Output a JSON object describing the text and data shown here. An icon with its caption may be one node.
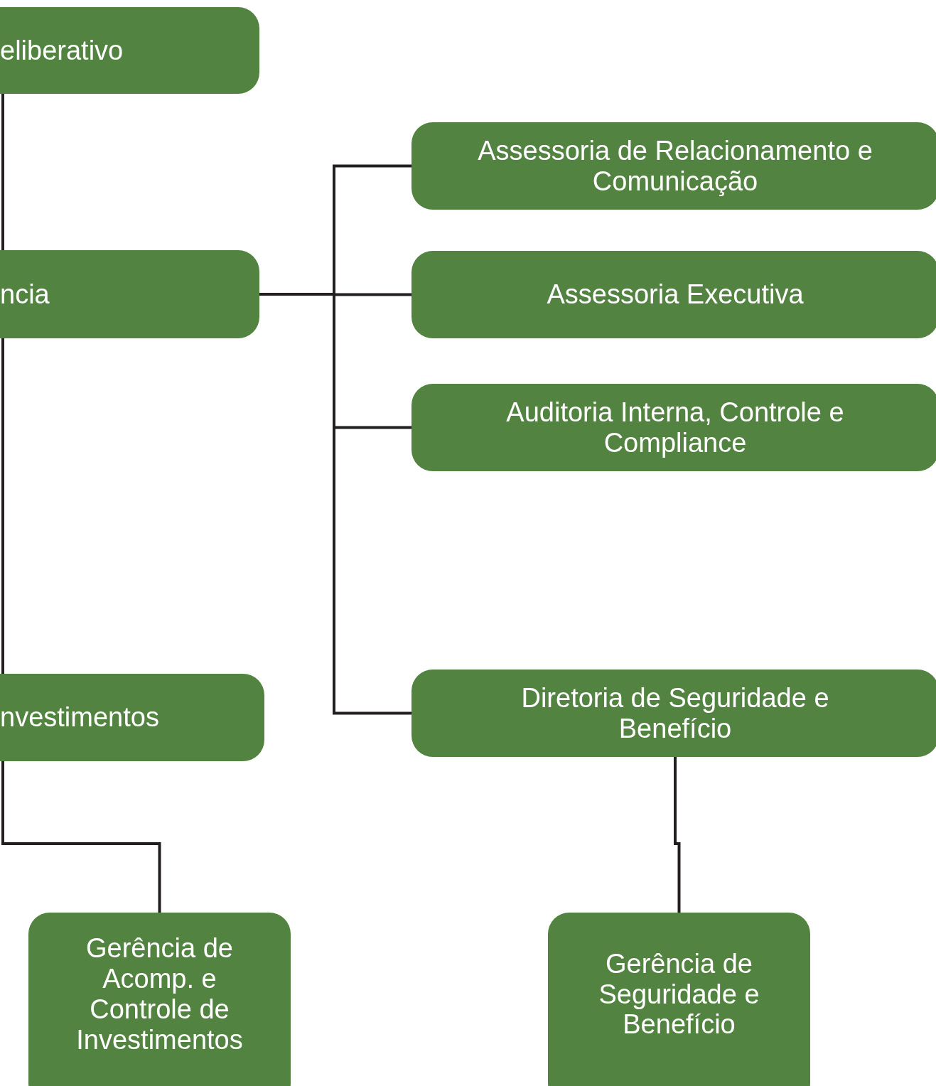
{
  "diagram": {
    "nodes": [
      {
        "text": [
          "eliberativo"
        ]
      },
      {
        "text": [
          "ncia"
        ]
      },
      {
        "text": [
          "Assessoria de Relacionamento e Comunicação"
        ]
      },
      {
        "text": [
          "Assessoria Executiva"
        ]
      },
      {
        "text": [
          "Auditoria Interna, Controle e Compliance"
        ]
      },
      {
        "text": [
          "nvestimentos"
        ]
      },
      {
        "text": [
          "Diretoria de Seguridade e Benefício"
        ]
      },
      {
        "text": [
          "Gerência de Acomp. e Controle de Investimentos"
        ]
      },
      {
        "text": [
          "Gerência de Seguridade e Benefício"
        ]
      }
    ],
    "edges": [
      {
        "from": 0,
        "to": 1,
        "arrow": "none"
      },
      {
        "from": 1,
        "to": 2,
        "arrow": "none"
      },
      {
        "from": 1,
        "to": 3,
        "arrow": "none"
      },
      {
        "from": 1,
        "to": 4,
        "arrow": "none"
      },
      {
        "from": 1,
        "to": 5,
        "arrow": "none"
      },
      {
        "from": 1,
        "to": 6,
        "arrow": "none"
      },
      {
        "from": 5,
        "to": 7,
        "arrow": "none"
      },
      {
        "from": 6,
        "to": 8,
        "arrow": "none"
      }
    ]
  }
}
